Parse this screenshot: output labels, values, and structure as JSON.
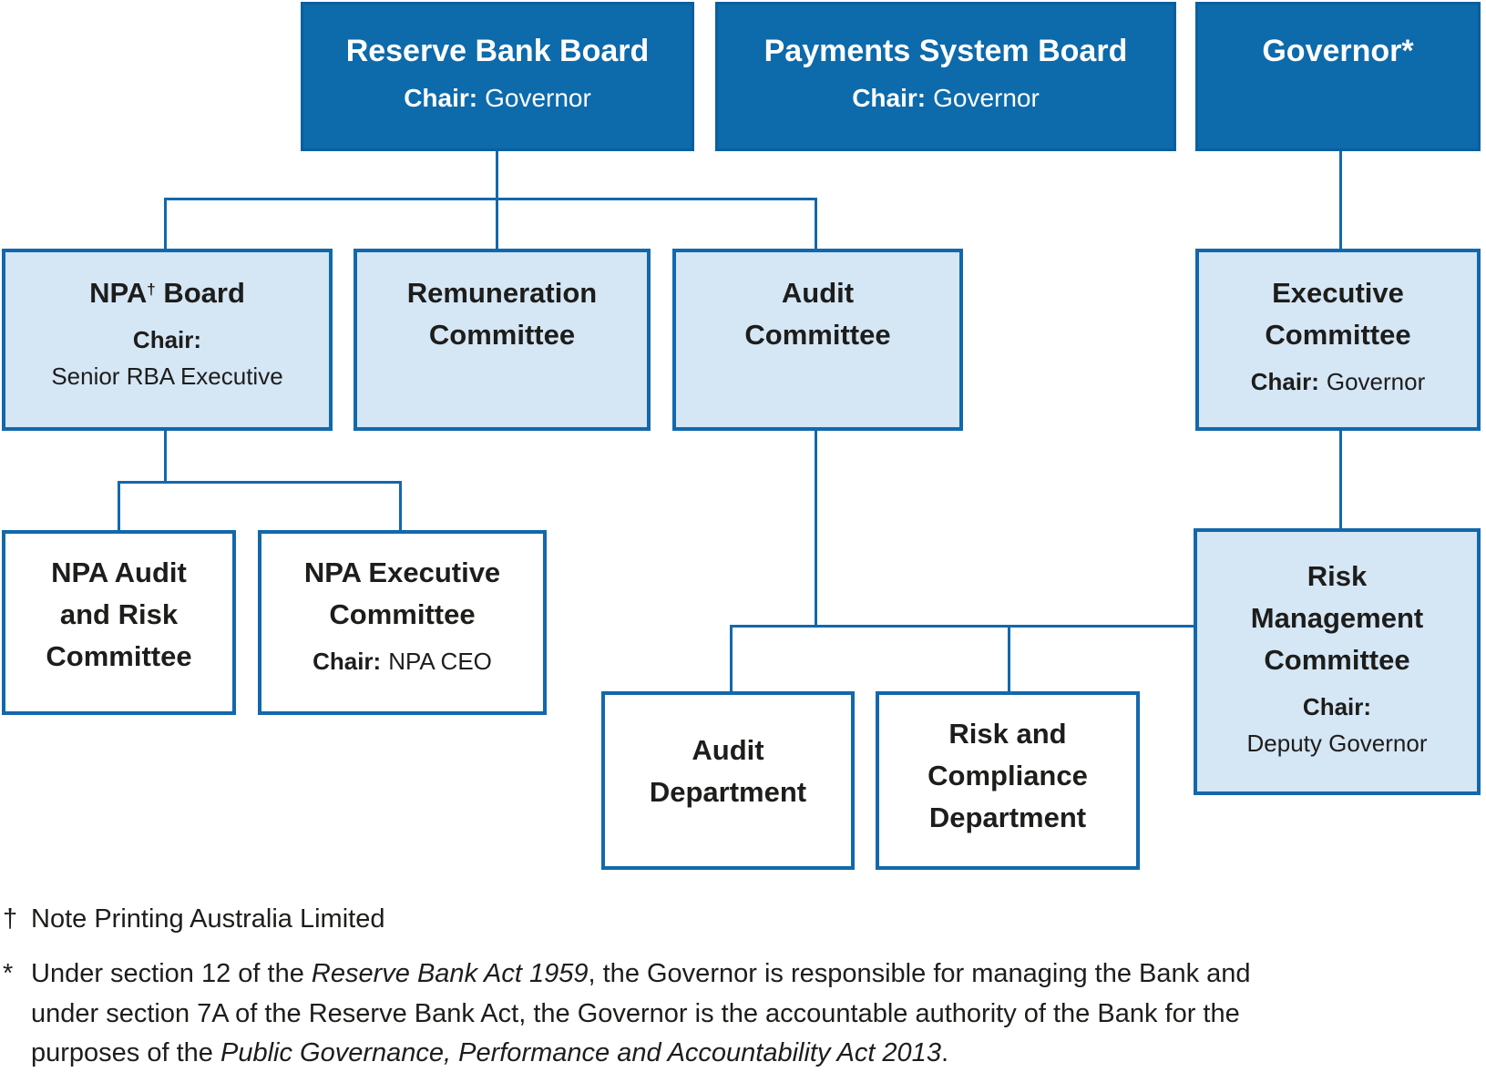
{
  "colors": {
    "dark_box_fill": "#0d6aab",
    "dark_box_border": "#0a5f9e",
    "light_box_fill": "#d5e6f5",
    "box_border": "#1268ac",
    "connector": "#1268ac",
    "text_dark": "#1d1d1b",
    "text_light": "#ffffff"
  },
  "boxes": {
    "reserve_bank_board": {
      "title": "Reserve Bank Board",
      "chair_label": "Chair:",
      "chair_value": "Governor"
    },
    "payments_system_board": {
      "title": "Payments System Board",
      "chair_label": "Chair:",
      "chair_value": "Governor"
    },
    "governor": {
      "title": "Governor*"
    },
    "npa_board": {
      "title_pre": "NPA",
      "title_sup": "†",
      "title_post": " Board",
      "chair_label": "Chair:",
      "chair_value": "Senior RBA Executive"
    },
    "remuneration_committee": {
      "title": "Remuneration\nCommittee"
    },
    "audit_committee": {
      "title": "Audit\nCommittee"
    },
    "executive_committee": {
      "title": "Executive\nCommittee",
      "chair_label": "Chair:",
      "chair_value": "Governor"
    },
    "npa_audit_risk_committee": {
      "title": "NPA Audit\nand Risk\nCommittee"
    },
    "npa_executive_committee": {
      "title": "NPA Executive\nCommittee",
      "chair_label": "Chair:",
      "chair_value": "NPA CEO"
    },
    "audit_department": {
      "title": "Audit\nDepartment"
    },
    "risk_compliance_department": {
      "title": "Risk and\nCompliance\nDepartment"
    },
    "risk_management_committee": {
      "title": "Risk\nManagement\nCommittee",
      "chair_label": "Chair:",
      "chair_value": "Deputy Governor"
    }
  },
  "footnotes": [
    {
      "marker": "†",
      "text": "Note Printing Australia Limited"
    },
    {
      "marker": "*",
      "segments": [
        {
          "text": "Under section 12 of the "
        },
        {
          "text": "Reserve Bank Act 1959"
        },
        {
          "text": ", the Governor is responsible for managing the Bank and under section 7A of the Reserve Bank Act, the Governor is the accountable authority of the Bank for the purposes of the "
        },
        {
          "text": "Public Governance, Performance and Accountability Act 2013"
        },
        {
          "text": "."
        }
      ]
    }
  ]
}
